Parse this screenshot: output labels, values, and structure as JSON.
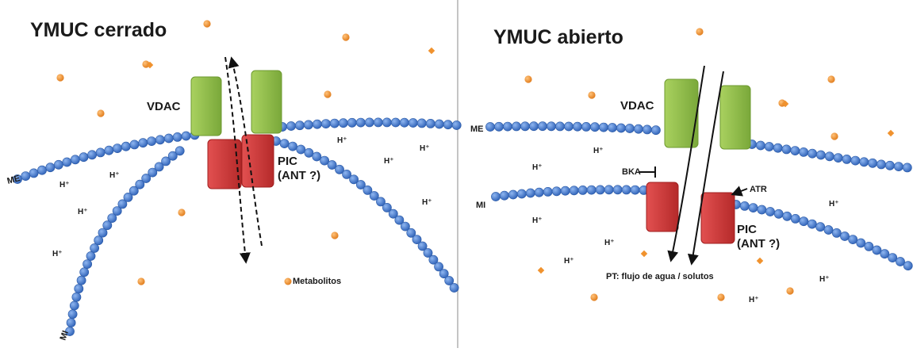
{
  "left_panel": {
    "title": "YMUC cerrado",
    "label_vdac": "VDAC",
    "label_pic_line1": "PIC",
    "label_pic_line2": "(ANT ?)",
    "label_me": "ME",
    "label_mi": "MI",
    "proton_label": "H⁺",
    "legend_metabolites": "Metabolitos"
  },
  "right_panel": {
    "title": "YMUC abierto",
    "label_vdac": "VDAC",
    "label_pic_line1": "PIC",
    "label_pic_line2": "(ANT ?)",
    "label_me": "ME",
    "label_mi": "MI",
    "label_bka": "BKA",
    "label_atr": "ATR",
    "label_pt": "PT: flujo de agua / solutos",
    "proton_label": "H⁺"
  },
  "colors": {
    "lipid_bead": "#4a7fd0",
    "lipid_bead_edge": "#2b5aa6",
    "vdac": "#8fc04a",
    "pic": "#d23a3a",
    "metabolite": "#f0922e",
    "divider": "#bdbdbd"
  }
}
